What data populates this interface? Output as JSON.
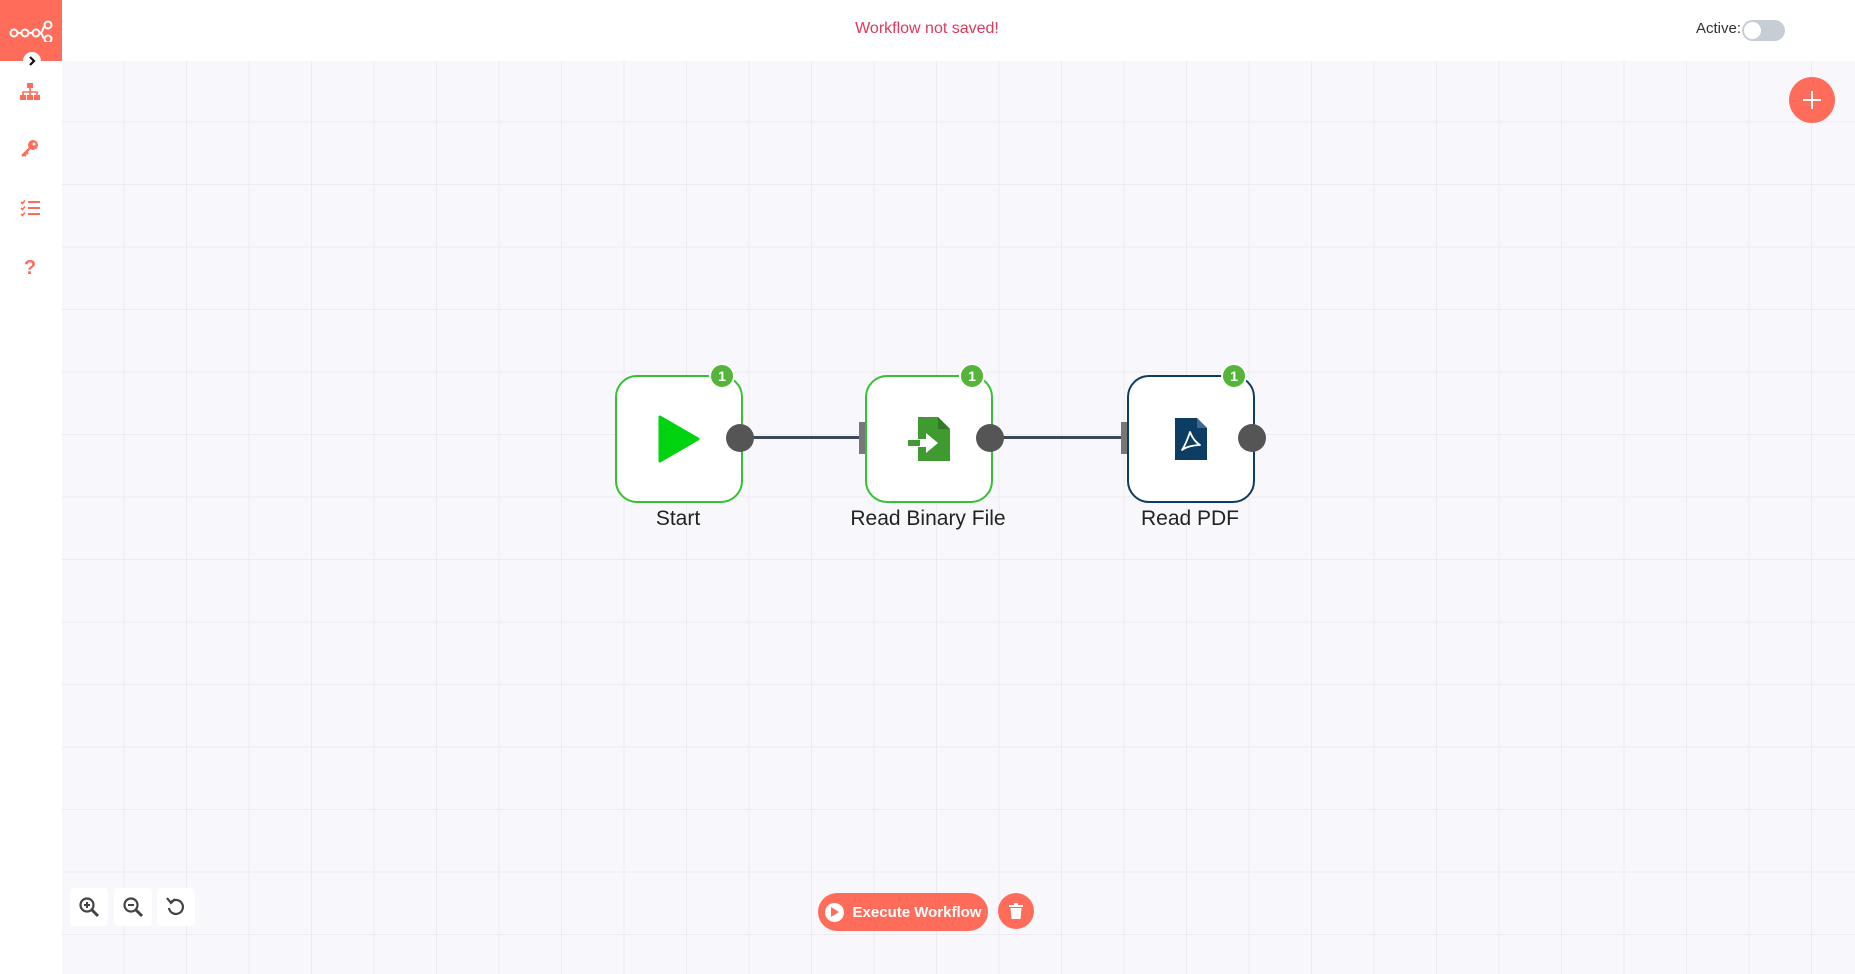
{
  "header": {
    "status": "Workflow not saved!",
    "active_label": "Active:"
  },
  "sidebar": {
    "items": [
      {
        "icon": "network-icon",
        "label": "Workflows"
      },
      {
        "icon": "key-icon",
        "label": "Credentials"
      },
      {
        "icon": "list-icon",
        "label": "Executions"
      },
      {
        "icon": "help-icon",
        "label": "Help"
      }
    ]
  },
  "nodes": [
    {
      "label": "Start",
      "badge": "1",
      "icon": "play-icon",
      "color": "#00d30f"
    },
    {
      "label": "Read Binary File",
      "badge": "1",
      "icon": "file-import-icon",
      "color": "#3f9a2f"
    },
    {
      "label": "Read PDF",
      "badge": "1",
      "icon": "pdf-icon",
      "color": "#0e3d63"
    }
  ],
  "toolbar": {
    "execute_label": "Execute Workflow"
  },
  "colors": {
    "accent": "#ff6d5a",
    "badge": "#55b43a",
    "warning_text": "#e0375b"
  }
}
